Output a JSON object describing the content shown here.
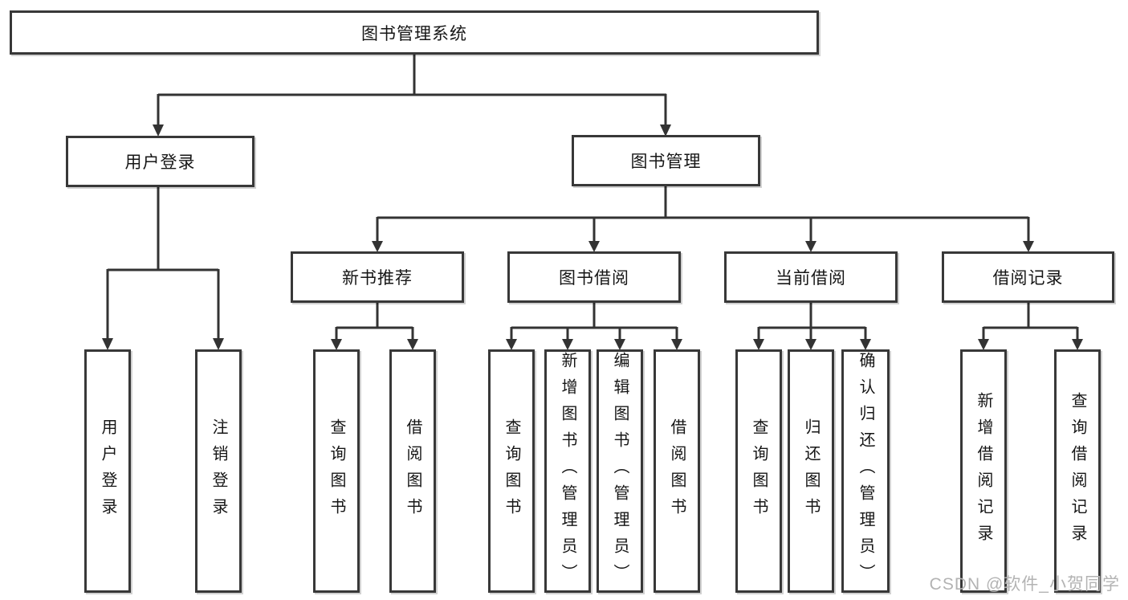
{
  "diagram_title": "图书管理系统",
  "nodes": {
    "root": "图书管理系统",
    "branches": [
      {
        "label": "用户登录",
        "leaves": [
          "用户登录",
          "注销登录"
        ]
      },
      {
        "label": "图书管理",
        "sections": [
          {
            "label": "新书推荐",
            "leaves": [
              "查询图书",
              "借阅图书"
            ]
          },
          {
            "label": "图书借阅",
            "leaves": [
              "查询图书",
              "新增图书（管理员）",
              "编辑图书（管理员）",
              "借阅图书"
            ]
          },
          {
            "label": "当前借阅",
            "leaves": [
              "查询图书",
              "归还图书",
              "确认归还（管理员）"
            ]
          },
          {
            "label": "借阅记录",
            "leaves": [
              "新增借阅记录",
              "查询借阅记录"
            ]
          }
        ]
      }
    ]
  },
  "watermark": "CSDN @软件_小贺同学",
  "colors": {
    "line": "#333333",
    "box_border": "#383838",
    "text": "#161616",
    "watermark": "#b3b3b3",
    "background": "#ffffff"
  }
}
